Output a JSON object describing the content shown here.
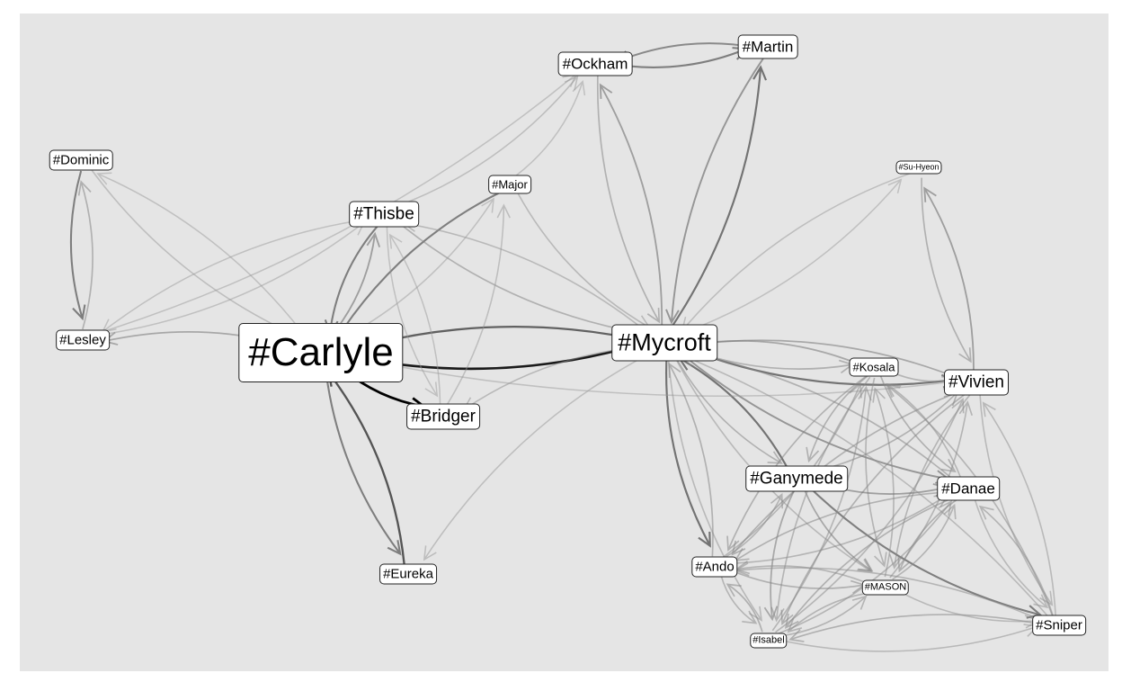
{
  "diagram": {
    "type": "directed-network",
    "background_color": "#e5e5e5",
    "nodes": [
      {
        "id": "carlyle",
        "label": "#Carlyle",
        "weight": 10
      },
      {
        "id": "mycroft",
        "label": "#Mycroft",
        "weight": 9
      },
      {
        "id": "vivien",
        "label": "#Vivien",
        "weight": 5
      },
      {
        "id": "ganymede",
        "label": "#Ganymede",
        "weight": 5
      },
      {
        "id": "bridger",
        "label": "#Bridger",
        "weight": 5
      },
      {
        "id": "thisbe",
        "label": "#Thisbe",
        "weight": 5
      },
      {
        "id": "martin",
        "label": "#Martin",
        "weight": 4
      },
      {
        "id": "ockham",
        "label": "#Ockham",
        "weight": 4
      },
      {
        "id": "danae",
        "label": "#Danae",
        "weight": 4
      },
      {
        "id": "dominic",
        "label": "#Dominic",
        "weight": 3
      },
      {
        "id": "ando",
        "label": "#Ando",
        "weight": 3
      },
      {
        "id": "sniper",
        "label": "#Sniper",
        "weight": 3
      },
      {
        "id": "lesley",
        "label": "#Lesley",
        "weight": 3
      },
      {
        "id": "eureka",
        "label": "#Eureka",
        "weight": 3
      },
      {
        "id": "kosala",
        "label": "#Kosala",
        "weight": 2
      },
      {
        "id": "major",
        "label": "#Major",
        "weight": 2
      },
      {
        "id": "mason",
        "label": "#MASON",
        "weight": 1
      },
      {
        "id": "isabel",
        "label": "#Isabel",
        "weight": 1
      },
      {
        "id": "suhyeon",
        "label": "#Su-Hyeon",
        "weight": 0
      }
    ],
    "edges": [
      {
        "from": "carlyle",
        "to": "mycroft",
        "strength": 0.92
      },
      {
        "from": "mycroft",
        "to": "carlyle",
        "strength": 0.68
      },
      {
        "from": "carlyle",
        "to": "bridger",
        "strength": 1.0
      },
      {
        "from": "eureka",
        "to": "carlyle",
        "strength": 0.72
      },
      {
        "from": "carlyle",
        "to": "eureka",
        "strength": 0.55
      },
      {
        "from": "thisbe",
        "to": "carlyle",
        "strength": 0.55
      },
      {
        "from": "major",
        "to": "carlyle",
        "strength": 0.55
      },
      {
        "from": "carlyle",
        "to": "thisbe",
        "strength": 0.4
      },
      {
        "from": "carlyle",
        "to": "lesley",
        "strength": 0.35
      },
      {
        "from": "dominic",
        "to": "lesley",
        "strength": 0.55
      },
      {
        "from": "lesley",
        "to": "dominic",
        "strength": 0.3
      },
      {
        "from": "ockham",
        "to": "martin",
        "strength": 0.55
      },
      {
        "from": "martin",
        "to": "ockham",
        "strength": 0.5
      },
      {
        "from": "mycroft",
        "to": "martin",
        "strength": 0.6
      },
      {
        "from": "martin",
        "to": "mycroft",
        "strength": 0.45
      },
      {
        "from": "mycroft",
        "to": "ockham",
        "strength": 0.4
      },
      {
        "from": "ockham",
        "to": "mycroft",
        "strength": 0.3
      },
      {
        "from": "mycroft",
        "to": "vivien",
        "strength": 0.6
      },
      {
        "from": "vivien",
        "to": "mycroft",
        "strength": 0.35
      },
      {
        "from": "mycroft",
        "to": "ando",
        "strength": 0.6
      },
      {
        "from": "ganymede",
        "to": "mycroft",
        "strength": 0.6
      },
      {
        "from": "ganymede",
        "to": "sniper",
        "strength": 0.55
      },
      {
        "from": "mycroft",
        "to": "danae",
        "strength": 0.45
      },
      {
        "from": "kosala",
        "to": "mycroft",
        "strength": 0.35
      },
      {
        "from": "vivien",
        "to": "suhyeon",
        "strength": 0.4
      },
      {
        "from": "suhyeon",
        "to": "vivien",
        "strength": 0.3
      },
      {
        "from": "thisbe",
        "to": "mycroft",
        "strength": 0.3
      },
      {
        "from": "mycroft",
        "to": "thisbe",
        "strength": 0.25
      },
      {
        "from": "major",
        "to": "mycroft",
        "strength": 0.25
      },
      {
        "from": "mycroft",
        "to": "bridger",
        "strength": 0.25
      },
      {
        "from": "bridger",
        "to": "major",
        "strength": 0.22
      },
      {
        "from": "mycroft",
        "to": "eureka",
        "strength": 0.22
      },
      {
        "from": "lesley",
        "to": "ockham",
        "strength": 0.2
      },
      {
        "from": "lesley",
        "to": "thisbe",
        "strength": 0.2
      },
      {
        "from": "thisbe",
        "to": "lesley",
        "strength": 0.2
      },
      {
        "from": "dominic",
        "to": "carlyle",
        "strength": 0.22
      },
      {
        "from": "carlyle",
        "to": "dominic",
        "strength": 0.2
      },
      {
        "from": "carlyle",
        "to": "major",
        "strength": 0.2
      },
      {
        "from": "bridger",
        "to": "thisbe",
        "strength": 0.2
      },
      {
        "from": "thisbe",
        "to": "bridger",
        "strength": 0.2
      },
      {
        "from": "suhyeon",
        "to": "mycroft",
        "strength": 0.22
      },
      {
        "from": "mycroft",
        "to": "suhyeon",
        "strength": 0.2
      },
      {
        "from": "mycroft",
        "to": "kosala",
        "strength": 0.3
      },
      {
        "from": "carlyle",
        "to": "vivien",
        "strength": 0.2
      },
      {
        "from": "mycroft",
        "to": "isabel",
        "strength": 0.25
      },
      {
        "from": "mycroft",
        "to": "mason",
        "strength": 0.25
      },
      {
        "from": "ando",
        "to": "mycroft",
        "strength": 0.3
      },
      {
        "from": "mycroft",
        "to": "ganymede",
        "strength": 0.3
      },
      {
        "from": "kosala",
        "to": "ando",
        "strength": 0.3
      },
      {
        "from": "ando",
        "to": "kosala",
        "strength": 0.28
      },
      {
        "from": "kosala",
        "to": "mason",
        "strength": 0.28
      },
      {
        "from": "mason",
        "to": "kosala",
        "strength": 0.28
      },
      {
        "from": "kosala",
        "to": "danae",
        "strength": 0.3
      },
      {
        "from": "danae",
        "to": "ando",
        "strength": 0.3
      },
      {
        "from": "ando",
        "to": "danae",
        "strength": 0.28
      },
      {
        "from": "danae",
        "to": "isabel",
        "strength": 0.3
      },
      {
        "from": "isabel",
        "to": "danae",
        "strength": 0.28
      },
      {
        "from": "danae",
        "to": "mason",
        "strength": 0.3
      },
      {
        "from": "mason",
        "to": "vivien",
        "strength": 0.28
      },
      {
        "from": "vivien",
        "to": "isabel",
        "strength": 0.3
      },
      {
        "from": "isabel",
        "to": "vivien",
        "strength": 0.28
      },
      {
        "from": "vivien",
        "to": "ando",
        "strength": 0.3
      },
      {
        "from": "ganymede",
        "to": "isabel",
        "strength": 0.35
      },
      {
        "from": "ganymede",
        "to": "mason",
        "strength": 0.35
      },
      {
        "from": "ganymede",
        "to": "danae",
        "strength": 0.4
      },
      {
        "from": "ganymede",
        "to": "vivien",
        "strength": 0.3
      },
      {
        "from": "kosala",
        "to": "ganymede",
        "strength": 0.3
      },
      {
        "from": "ando",
        "to": "mason",
        "strength": 0.3
      },
      {
        "from": "isabel",
        "to": "ando",
        "strength": 0.3
      },
      {
        "from": "ando",
        "to": "isabel",
        "strength": 0.28
      },
      {
        "from": "isabel",
        "to": "kosala",
        "strength": 0.28
      },
      {
        "from": "kosala",
        "to": "isabel",
        "strength": 0.28
      },
      {
        "from": "sniper",
        "to": "isabel",
        "strength": 0.3
      },
      {
        "from": "sniper",
        "to": "kosala",
        "strength": 0.28
      },
      {
        "from": "sniper",
        "to": "ando",
        "strength": 0.28
      },
      {
        "from": "sniper",
        "to": "danae",
        "strength": 0.28
      },
      {
        "from": "sniper",
        "to": "vivien",
        "strength": 0.25
      },
      {
        "from": "mason",
        "to": "sniper",
        "strength": 0.25
      },
      {
        "from": "isabel",
        "to": "sniper",
        "strength": 0.25
      },
      {
        "from": "danae",
        "to": "sniper",
        "strength": 0.25
      },
      {
        "from": "vivien",
        "to": "sniper",
        "strength": 0.25
      },
      {
        "from": "mason",
        "to": "ando",
        "strength": 0.28
      },
      {
        "from": "mason",
        "to": "danae",
        "strength": 0.28
      },
      {
        "from": "mason",
        "to": "isabel",
        "strength": 0.28
      },
      {
        "from": "isabel",
        "to": "mason",
        "strength": 0.28
      },
      {
        "from": "danae",
        "to": "kosala",
        "strength": 0.28
      },
      {
        "from": "vivien",
        "to": "mason",
        "strength": 0.28
      },
      {
        "from": "kosala",
        "to": "vivien",
        "strength": 0.28
      },
      {
        "from": "ando",
        "to": "ganymede",
        "strength": 0.28
      },
      {
        "from": "danae",
        "to": "mycroft",
        "strength": 0.3
      },
      {
        "from": "sniper",
        "to": "mycroft",
        "strength": 0.25
      },
      {
        "from": "thisbe",
        "to": "ockham",
        "strength": 0.22
      },
      {
        "from": "major",
        "to": "ockham",
        "strength": 0.2
      }
    ]
  }
}
